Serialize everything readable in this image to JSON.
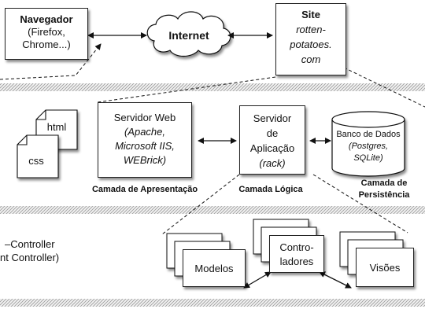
{
  "navegador": {
    "title": "Navegador",
    "line2": "(Firefox,",
    "line3": "Chrome...)"
  },
  "internet": {
    "label": "Internet"
  },
  "site": {
    "title": "Site",
    "line2": "rotten-",
    "line3": "potatoes.",
    "line4": "com"
  },
  "html_doc": {
    "label": "html"
  },
  "css_doc": {
    "label": "css"
  },
  "web_server": {
    "line1": "Servidor Web",
    "line2": "(Apache,",
    "line3": "Microsoft IIS,",
    "line4": "WEBrick)"
  },
  "app_server": {
    "line1": "Servidor",
    "line2": "de",
    "line3": "Aplicação",
    "line4": "(rack)"
  },
  "database": {
    "line1": "Banco de Dados",
    "line2": "(Postgres,",
    "line3": "SQLite)"
  },
  "layers": {
    "presentation": "Camada de Apresentação",
    "logic": "Camada Lógica",
    "persistence_1": "Camada de",
    "persistence_2": "Persistência"
  },
  "mvc": {
    "line1": "–Controller",
    "line2": "nt Controller)"
  },
  "models": {
    "label": "Modelos"
  },
  "controllers": {
    "line1": "Contro-",
    "line2": "ladores"
  },
  "views": {
    "label": "Visões"
  }
}
